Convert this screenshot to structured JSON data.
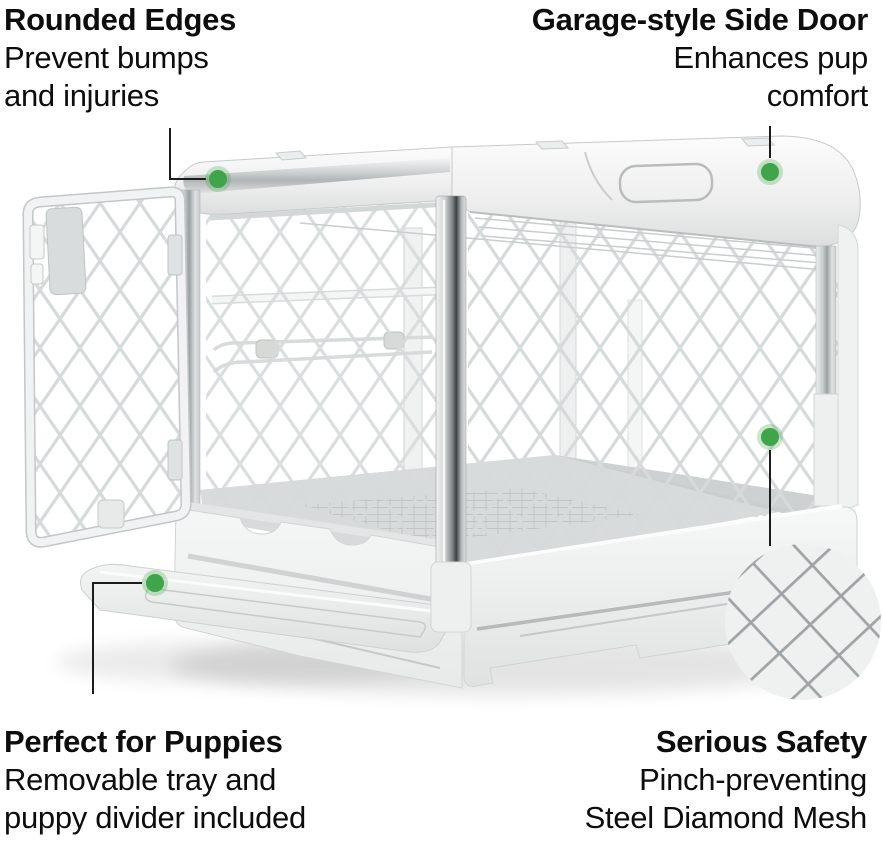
{
  "figure": {
    "alt": "Collapsible dog crate with rounded plastic top, diamond steel mesh sides, open side door, and removable bottom tray; a magnified circle shows the diamond mesh pattern"
  },
  "callouts": [
    {
      "id": "rounded-edges",
      "title": "Rounded Edges",
      "lines": [
        "Prevent bumps",
        "and injuries"
      ]
    },
    {
      "id": "side-door",
      "title": "Garage-style Side Door",
      "lines": [
        "Enhances pup",
        "comfort"
      ]
    },
    {
      "id": "puppies",
      "title": "Perfect for Puppies",
      "lines": [
        "Removable tray and",
        "puppy divider included"
      ]
    },
    {
      "id": "safety",
      "title": "Serious Safety",
      "lines": [
        "Pinch-preventing",
        "Steel Diamond Mesh"
      ]
    }
  ],
  "colors": {
    "accent_green": "#3fa44a",
    "leader_line": "#1c1c1c",
    "text": "#0d0d0d",
    "mesh_wire": "#d7dadb",
    "mesh_zoom_wire": "#9fa4a6"
  }
}
